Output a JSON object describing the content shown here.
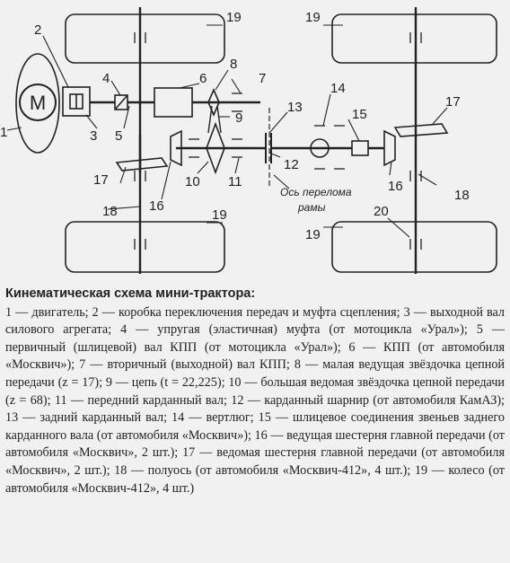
{
  "diagram": {
    "motor_symbol": "M",
    "labels": {
      "n1": "1",
      "n2": "2",
      "n3": "3",
      "n4": "4",
      "n5": "5",
      "n6": "6",
      "n7": "7",
      "n8": "8",
      "n9": "9",
      "n10": "10",
      "n11": "11",
      "n12": "12",
      "n13": "13",
      "n14": "14",
      "n15": "15",
      "n16_left": "16",
      "n16_right": "16",
      "n17_left": "17",
      "n17_right": "17",
      "n18_left": "18",
      "n18_right": "18",
      "n19_tl": "19",
      "n19_tr": "19",
      "n19_bl": "19",
      "n19_br": "19",
      "n20": "20"
    },
    "articulation_axis_line1": "Ось перелома",
    "articulation_axis_line2": "рамы"
  },
  "caption": {
    "title": "Кинематическая схема мини-трактора:",
    "body": "1 — двигатель; 2 — коробка переключения передач и муфта сцепления; 3 — выходной вал силового агрегата; 4 — упругая (эластичная) муфта (от мотоцикла «Урал»); 5 — первичный (шлицевой) вал КПП (от мотоцикла «Урал»); 6 — КПП (от автомобиля «Москвич»); 7 — вторичный (выходной) вал КПП; 8 — малая ведущая звёздочка цепной передачи (z = 17); 9 — цепь (t = 22,225); 10 — большая ведомая звёздочка цепной передачи (z = 68); 11 — передний карданный вал; 12 — карданный шарнир (от автомобиля КамАЗ); 13 — задний карданный вал; 14 — вертлюг; 15 — шлицевое соединения звеньев заднего карданного вала (от автомобиля «Москвич»); 16 — ведущая шестерня главной передачи (от автомобиля «Москвич», 2 шт.); 17 — ведомая шестерня главной передачи (от автомобиля «Москвич», 2 шт.); 18 — полуось (от автомобиля «Москвич-412», 4 шт.); 19 — колесо (от автомобиля «Москвич-412», 4 шт.)"
  }
}
